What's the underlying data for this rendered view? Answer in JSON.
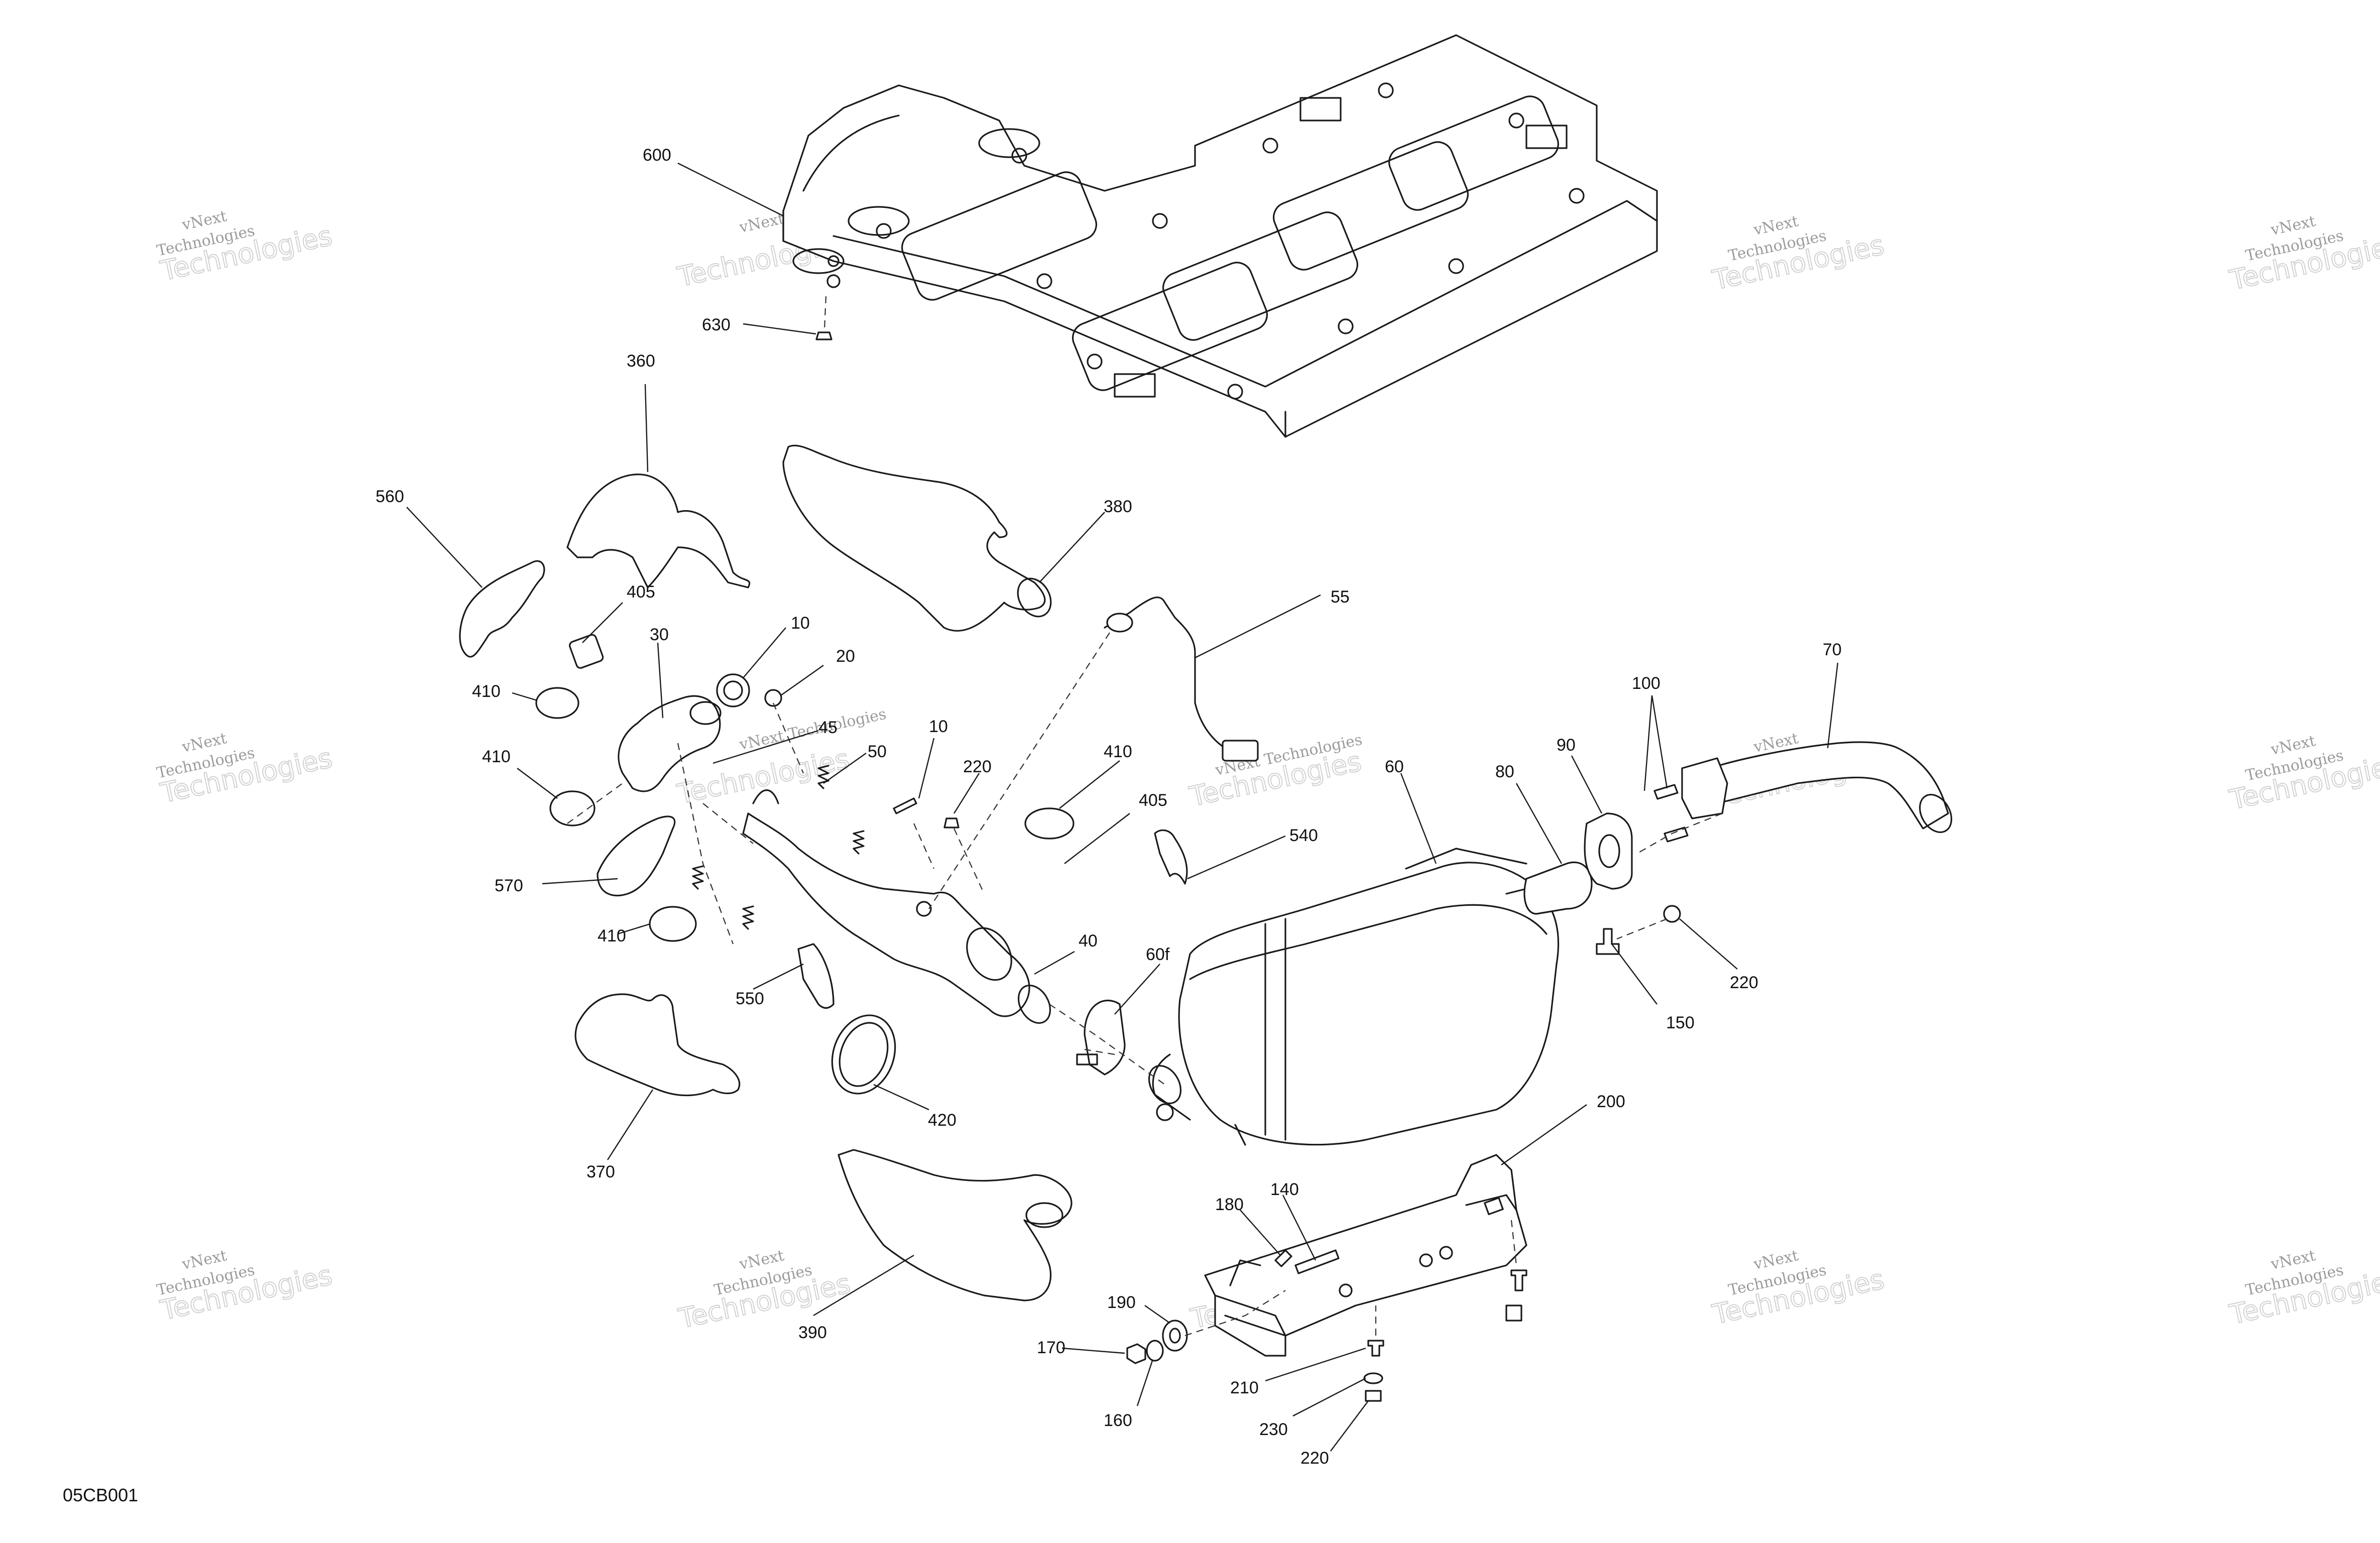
{
  "diagram_ref": "05CB001",
  "watermark": {
    "line1": "vNext",
    "line2": "Technologies",
    "inline": "vNext Technologies"
  },
  "callouts": [
    {
      "id": "600",
      "label": "600"
    },
    {
      "id": "630",
      "label": "630"
    },
    {
      "id": "360",
      "label": "360"
    },
    {
      "id": "560",
      "label": "560"
    },
    {
      "id": "380",
      "label": "380"
    },
    {
      "id": "405a",
      "label": "405"
    },
    {
      "id": "410a",
      "label": "410"
    },
    {
      "id": "30",
      "label": "30"
    },
    {
      "id": "10a",
      "label": "10"
    },
    {
      "id": "20",
      "label": "20"
    },
    {
      "id": "55",
      "label": "55"
    },
    {
      "id": "45",
      "label": "45"
    },
    {
      "id": "410b",
      "label": "410"
    },
    {
      "id": "50",
      "label": "50"
    },
    {
      "id": "10b",
      "label": "10"
    },
    {
      "id": "220a",
      "label": "220"
    },
    {
      "id": "410c",
      "label": "410"
    },
    {
      "id": "405b",
      "label": "405"
    },
    {
      "id": "540",
      "label": "540"
    },
    {
      "id": "60",
      "label": "60"
    },
    {
      "id": "80",
      "label": "80"
    },
    {
      "id": "90",
      "label": "90"
    },
    {
      "id": "100",
      "label": "100"
    },
    {
      "id": "70",
      "label": "70"
    },
    {
      "id": "570",
      "label": "570"
    },
    {
      "id": "410d",
      "label": "410"
    },
    {
      "id": "550",
      "label": "550"
    },
    {
      "id": "40",
      "label": "40"
    },
    {
      "id": "60f",
      "label": "60f"
    },
    {
      "id": "220b",
      "label": "220"
    },
    {
      "id": "150",
      "label": "150"
    },
    {
      "id": "420",
      "label": "420"
    },
    {
      "id": "370",
      "label": "370"
    },
    {
      "id": "200",
      "label": "200"
    },
    {
      "id": "140",
      "label": "140"
    },
    {
      "id": "180",
      "label": "180"
    },
    {
      "id": "390",
      "label": "390"
    },
    {
      "id": "190",
      "label": "190"
    },
    {
      "id": "170",
      "label": "170"
    },
    {
      "id": "210",
      "label": "210"
    },
    {
      "id": "160",
      "label": "160"
    },
    {
      "id": "230",
      "label": "230"
    },
    {
      "id": "220c",
      "label": "220"
    }
  ]
}
